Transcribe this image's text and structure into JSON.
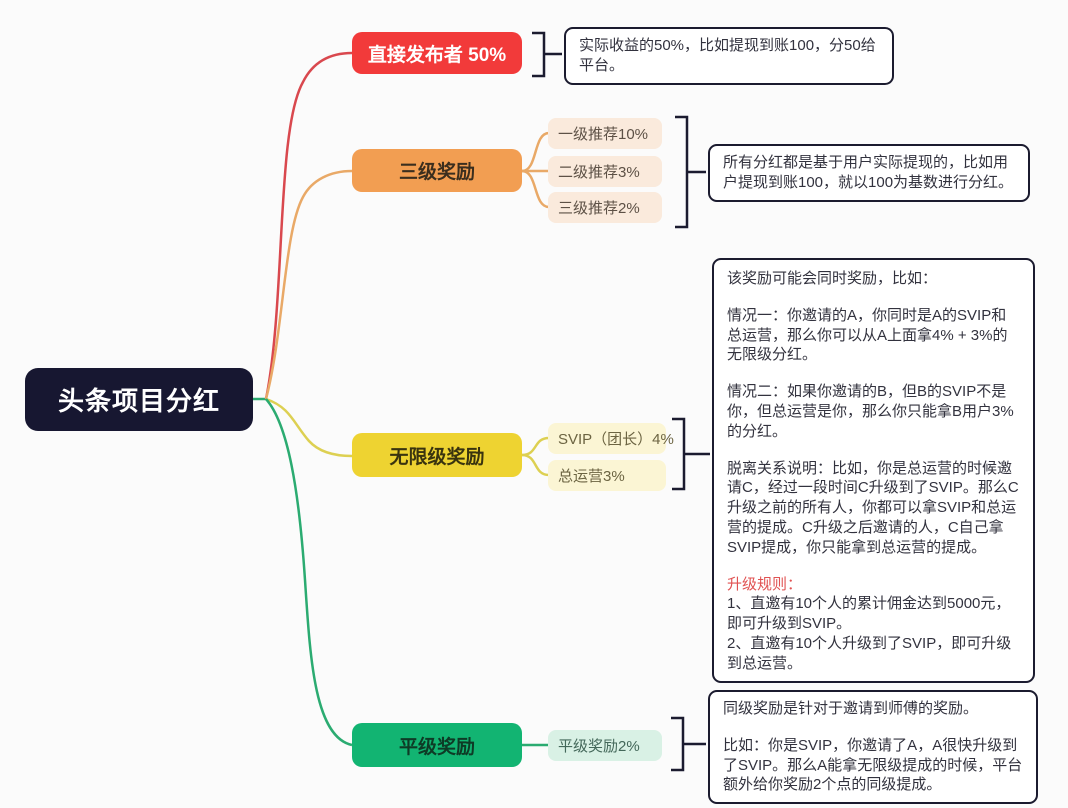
{
  "root": {
    "label": "头条项目分红"
  },
  "branches": [
    {
      "label": "直接发布者 50%",
      "children": [],
      "note": {
        "paragraphs": [
          "实际收益的50%，比如提现到账100，分50给平台。"
        ]
      }
    },
    {
      "label": "三级奖励",
      "children": [
        {
          "label": "一级推荐10%"
        },
        {
          "label": "二级推荐3%"
        },
        {
          "label": "三级推荐2%"
        }
      ],
      "note": {
        "paragraphs": [
          "所有分红都是基于用户实际提现的，比如用户提现到账100，就以100为基数进行分红。"
        ]
      }
    },
    {
      "label": "无限级奖励",
      "children": [
        {
          "label": "SVIP（团长）4%"
        },
        {
          "label": "总运营3%"
        }
      ],
      "note": {
        "paragraphs": [
          "该奖励可能会同时奖励，比如：",
          "情况一：你邀请的A，你同时是A的SVIP和总运营，那么你可以从A上面拿4% + 3%的无限级分红。",
          "情况二：如果你邀请的B，但B的SVIP不是你，但总运营是你，那么你只能拿B用户3%的分红。",
          "脱离关系说明：比如，你是总运营的时候邀请C，经过一段时间C升级到了SVIP。那么C升级之前的所有人，你都可以拿SVIP和总运营的提成。C升级之后邀请的人，C自己拿SVIP提成，你只能拿到总运营的提成。",
          "升级规则：",
          "1、直邀有10个人的累计佣金达到5000元，即可升级到SVIP。",
          "2、直邀有10个人升级到了SVIP，即可升级到总运营。"
        ]
      }
    },
    {
      "label": "平级奖励",
      "children": [
        {
          "label": "平级奖励2%"
        }
      ],
      "note": {
        "paragraphs": [
          "同级奖励是针对于邀请到师傅的奖励。",
          "比如：你是SVIP，你邀请了A，A很快升级到了SVIP。那么A能拿无限级提成的时候，平台额外给你奖励2个点的同级提成。"
        ]
      }
    }
  ],
  "colors": {
    "root-bg": "#171731",
    "root-text": "#ffffff",
    "ink": "#1b1b2f",
    "note-text": "#32323e",
    "rule-red": "#e05252",
    "red": "#f23a3a",
    "red-line": "#d9484e",
    "orange": "#f29e52",
    "orange-light": "#faeadc",
    "orange-line": "#e9a967",
    "orange-text": "#3b2e1e",
    "orange-child-text": "#5d5146",
    "yellow": "#eed331",
    "yellow-light": "#fbf5d4",
    "yellow-line": "#ddd052",
    "yellow-text": "#3a340f",
    "yellow-child-text": "#6c6442",
    "green": "#12b472",
    "green-light": "#d9f1e5",
    "green-line": "#2bab71",
    "green-text": "#0e3b26",
    "green-child-text": "#44685a"
  }
}
